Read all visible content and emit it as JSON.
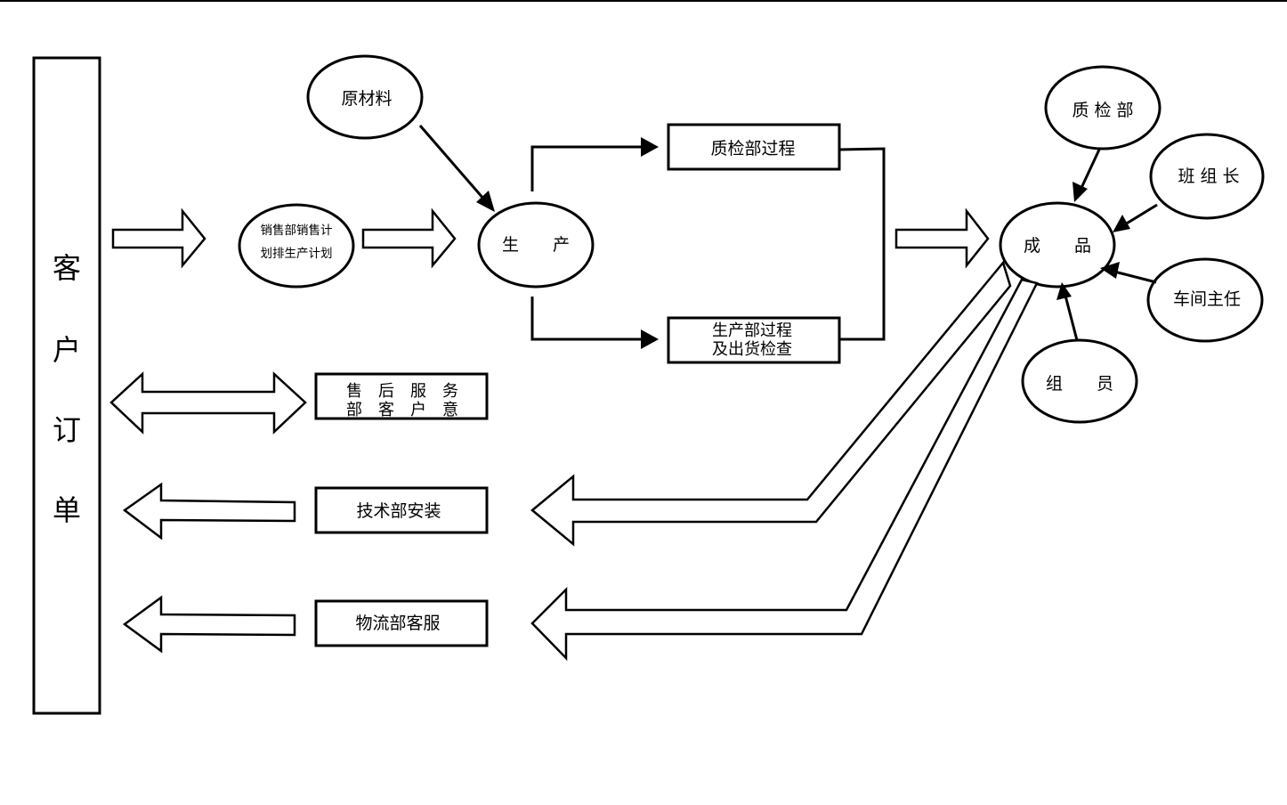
{
  "customer_order": [
    "客",
    "户",
    "订",
    "单"
  ],
  "nodes": {
    "raw_material": "原材料",
    "sales_plan_line1": "销售部销售计",
    "sales_plan_line2": "划排生产计划",
    "production": "生　　产",
    "qc_process": "质检部过程",
    "prod_process_line1": "生产部过程",
    "prod_process_line2": "及出货检查",
    "finished_product": "成　　品",
    "qc_dept": "质 检 部",
    "team_leader": "班 组 长",
    "workshop_director": "车间主任",
    "member": "组　　员",
    "after_sales_line1": "售　后　服　务",
    "after_sales_line2": "部　客　户　意",
    "tech_install": "技术部安装",
    "logistics": "物流部客服"
  }
}
